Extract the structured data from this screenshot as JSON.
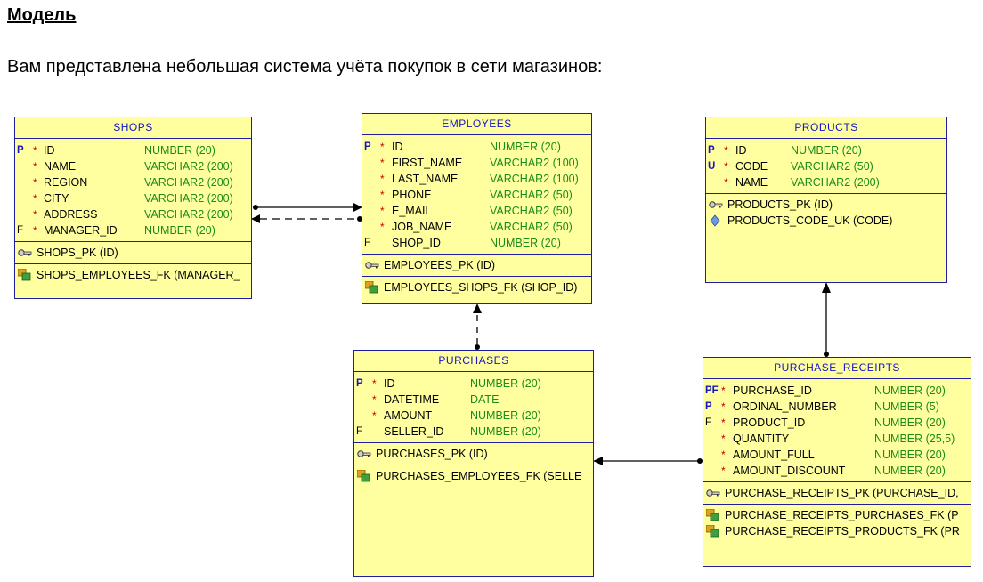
{
  "heading": "Модель",
  "intro": "Вам представлена небольшая система учёта покупок в сети магазинов:",
  "tables": {
    "shops": {
      "title": "SHOPS",
      "columns": [
        {
          "pf": "P",
          "mand": "*",
          "name": "ID",
          "type": "NUMBER (20)"
        },
        {
          "pf": "",
          "mand": "*",
          "name": "NAME",
          "type": "VARCHAR2 (200)"
        },
        {
          "pf": "",
          "mand": "*",
          "name": "REGION",
          "type": "VARCHAR2 (200)"
        },
        {
          "pf": "",
          "mand": "*",
          "name": "CITY",
          "type": "VARCHAR2 (200)"
        },
        {
          "pf": "",
          "mand": "*",
          "name": "ADDRESS",
          "type": "VARCHAR2 (200)"
        },
        {
          "pf": "F",
          "mand": "*",
          "name": "MANAGER_ID",
          "type": "NUMBER (20)"
        }
      ],
      "pk": [
        "SHOPS_PK (ID)"
      ],
      "fk": [
        "SHOPS_EMPLOYEES_FK (MANAGER_"
      ]
    },
    "employees": {
      "title": "EMPLOYEES",
      "columns": [
        {
          "pf": "P",
          "mand": "*",
          "name": "ID",
          "type": "NUMBER (20)"
        },
        {
          "pf": "",
          "mand": "*",
          "name": "FIRST_NAME",
          "type": "VARCHAR2 (100)"
        },
        {
          "pf": "",
          "mand": "*",
          "name": "LAST_NAME",
          "type": "VARCHAR2 (100)"
        },
        {
          "pf": "",
          "mand": "*",
          "name": "PHONE",
          "type": "VARCHAR2 (50)"
        },
        {
          "pf": "",
          "mand": "*",
          "name": "E_MAIL",
          "type": "VARCHAR2 (50)"
        },
        {
          "pf": "",
          "mand": "*",
          "name": "JOB_NAME",
          "type": "VARCHAR2 (50)"
        },
        {
          "pf": "F",
          "mand": "",
          "name": "SHOP_ID",
          "type": "NUMBER (20)"
        }
      ],
      "pk": [
        "EMPLOYEES_PK (ID)"
      ],
      "fk": [
        "EMPLOYEES_SHOPS_FK (SHOP_ID)"
      ]
    },
    "products": {
      "title": "PRODUCTS",
      "columns": [
        {
          "pf": "P",
          "mand": "*",
          "name": "ID",
          "type": "NUMBER (20)"
        },
        {
          "pf": "U",
          "mand": "*",
          "name": "CODE",
          "type": "VARCHAR2 (50)"
        },
        {
          "pf": "",
          "mand": "*",
          "name": "NAME",
          "type": "VARCHAR2 (200)"
        }
      ],
      "pk": [
        "PRODUCTS_PK (ID)"
      ],
      "uk": [
        "PRODUCTS_CODE_UK (CODE)"
      ]
    },
    "purchases": {
      "title": "PURCHASES",
      "columns": [
        {
          "pf": "P",
          "mand": "*",
          "name": "ID",
          "type": "NUMBER (20)"
        },
        {
          "pf": "",
          "mand": "*",
          "name": "DATETIME",
          "type": "DATE"
        },
        {
          "pf": "",
          "mand": "*",
          "name": "AMOUNT",
          "type": "NUMBER (20)"
        },
        {
          "pf": "F",
          "mand": "",
          "name": "SELLER_ID",
          "type": "NUMBER (20)"
        }
      ],
      "pk": [
        "PURCHASES_PK (ID)"
      ],
      "fk": [
        "PURCHASES_EMPLOYEES_FK (SELLE"
      ]
    },
    "purchase_receipts": {
      "title": "PURCHASE_RECEIPTS",
      "columns": [
        {
          "pf": "PF",
          "mand": "*",
          "name": "PURCHASE_ID",
          "type": "NUMBER (20)"
        },
        {
          "pf": "P",
          "mand": "*",
          "name": "ORDINAL_NUMBER",
          "type": "NUMBER (5)"
        },
        {
          "pf": "F",
          "mand": "*",
          "name": "PRODUCT_ID",
          "type": "NUMBER (20)"
        },
        {
          "pf": "",
          "mand": "*",
          "name": "QUANTITY",
          "type": "NUMBER (25,5)"
        },
        {
          "pf": "",
          "mand": "*",
          "name": "AMOUNT_FULL",
          "type": "NUMBER (20)"
        },
        {
          "pf": "",
          "mand": "*",
          "name": "AMOUNT_DISCOUNT",
          "type": "NUMBER (20)"
        }
      ],
      "pk": [
        "PURCHASE_RECEIPTS_PK (PURCHASE_ID,"
      ],
      "fk": [
        "PURCHASE_RECEIPTS_PURCHASES_FK (P",
        "PURCHASE_RECEIPTS_PRODUCTS_FK (PR"
      ]
    }
  },
  "icons": {
    "primary_key": "key-icon",
    "unique_key": "diamond-icon",
    "foreign_key": "fk-key-icon"
  },
  "colors": {
    "entity_fill": "#ffffa0",
    "border": "#1e1e9e",
    "title": "#1515c8",
    "type": "#1a8c1a",
    "mandatory": "#d00000"
  }
}
